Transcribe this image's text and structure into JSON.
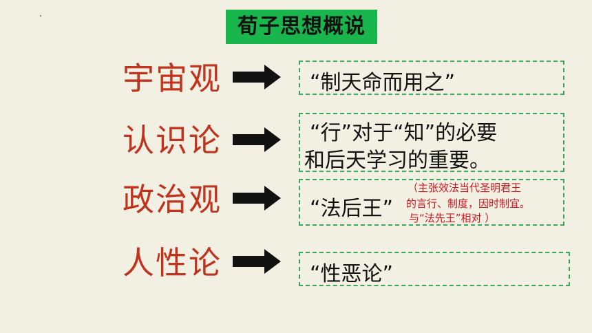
{
  "title": "荀子思想概说",
  "rows": [
    {
      "label": "宇宙观",
      "content": "“制天命而用之”"
    },
    {
      "label": "认识论",
      "content_line1": "“行”对于“知”的必要",
      "content_line2": "和后天学习的重要。"
    },
    {
      "label": "政治观",
      "content": "“法后王”",
      "note_line1": "（主张效法当代圣明君王",
      "note_line2": "的言行、制度，因时制宜。",
      "note_line3": "与“法先王”相对 ）"
    },
    {
      "label": "人性论",
      "content": "“性恶论”"
    }
  ],
  "colors": {
    "title_bg": "#19b64e",
    "label": "#c0341d",
    "border": "#3aa457",
    "note": "#d0161c",
    "arrow": "#111111"
  },
  "icons": {
    "arrow": "right-arrow-icon"
  }
}
